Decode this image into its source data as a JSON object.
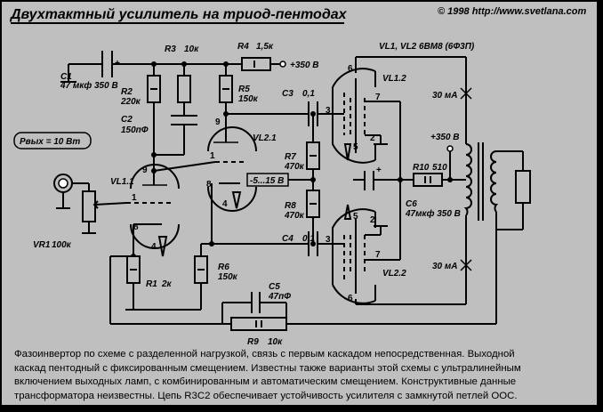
{
  "title": "Двухтактный усилитель на триод-пентодах",
  "copyright": "© 1998 http://www.svetlana.com",
  "power": "Рвых = 10 Вт",
  "labels": {
    "c1": "C1",
    "c1_val": "47 мкф 350 В",
    "c2": "C2",
    "c2_val": "150пФ",
    "r2": "R2",
    "r2_val": "220к",
    "r3": "R3",
    "r3_val": "10к",
    "r4": "R4",
    "r4_val": "1,5к",
    "r5": "R5",
    "r5_val": "150к",
    "supply_top": "+350 В",
    "vl_pair": "VL1, VL2 6ВМ8 (6Ф3П)",
    "vl12": "VL1.2",
    "vl21": "VL2.1",
    "vl11": "VL1.1",
    "vl22": "VL2.2",
    "c3": "C3",
    "c3_val": "0,1",
    "c4": "C4",
    "c4_val": "0,1",
    "r7": "R7",
    "r7_val": "470к",
    "r8": "R8",
    "r8_val": "470к",
    "bias": "-5...15 В",
    "current_top": "30 мА",
    "current_bot": "30 мА",
    "supply_mid": "+350 В",
    "r10": "R10",
    "r10_val": "510",
    "c6": "C6",
    "c6_val": "47мкф 350 В",
    "vr1": "VR1",
    "vr1_val": "100к",
    "r1": "R1",
    "r1_val": "2к",
    "r6": "R6",
    "r6_val": "150к",
    "c5": "C5",
    "c5_val": "47пФ",
    "r9": "R9",
    "r9_val": "10к",
    "pins": [
      "9",
      "1",
      "8",
      "4",
      "9",
      "1",
      "8",
      "4",
      "3",
      "3",
      "6",
      "7",
      "5",
      "2",
      "5",
      "2",
      "7",
      "6"
    ]
  },
  "description": [
    "Фазоинвертор по схеме с разделенной нагрузкой, связь с первым каскадом непосредственная.  Выходной",
    "каскад пентодный с фиксированным смещением. Известны также варианты этой схемы с ультралинейным",
    "включением выходных ламп, с комбинированным и автоматическим смещением. Конструктивные данные",
    "трансформатора неизвестны.  Цепь R3C2 обеспечивает устойчивость усилителя с замкнутой петлей ООС."
  ]
}
